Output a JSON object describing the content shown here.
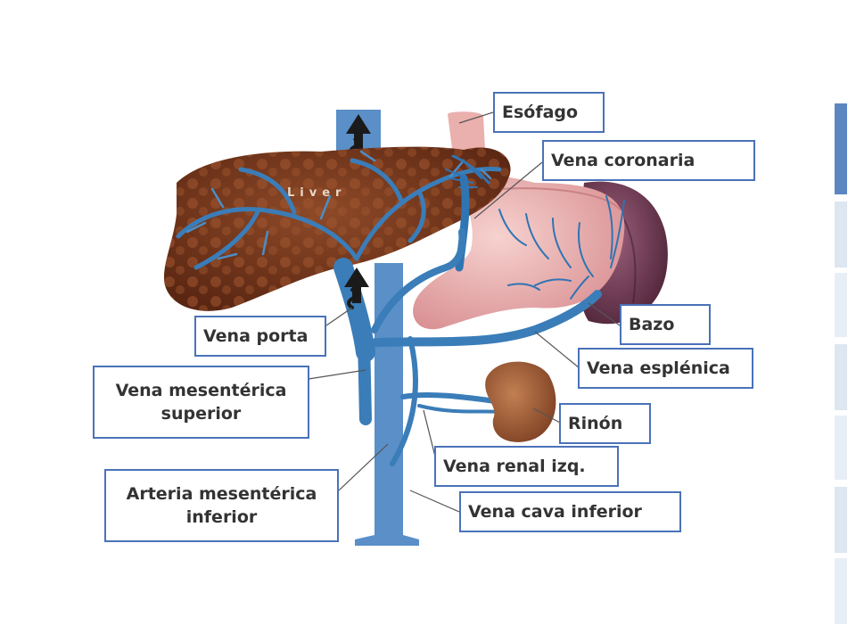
{
  "labels": {
    "esofago": "Esófago",
    "vena_coronaria": "Vena coronaria",
    "bazo": "Bazo",
    "vena_porta": "Vena porta",
    "vena_esplenica": "Vena esplénica",
    "vena_mesenterica_superior_1": "Vena mesentérica",
    "vena_mesenterica_superior_2": "superior",
    "rinon": "Rinón",
    "vena_renal_izq": "Vena renal izq.",
    "arteria_mesenterica_inferior_1": "Arteria mesentérica",
    "arteria_mesenterica_inferior_2": "inferior",
    "vena_cava_inferior": "Vena cava inferior"
  },
  "organ_text": {
    "liver": "Liver"
  },
  "colors": {
    "vein": "#3a7db8",
    "vein_dark": "#1f5f96",
    "liver": "#7a3a1e",
    "stomach": "#eab3b3",
    "spleen": "#6e3a52",
    "kidney": "#a35f3a",
    "label_border": "#4a72b8",
    "sidebar_active": "#5b86c2",
    "sidebar_inactive": "#dde6f1"
  }
}
